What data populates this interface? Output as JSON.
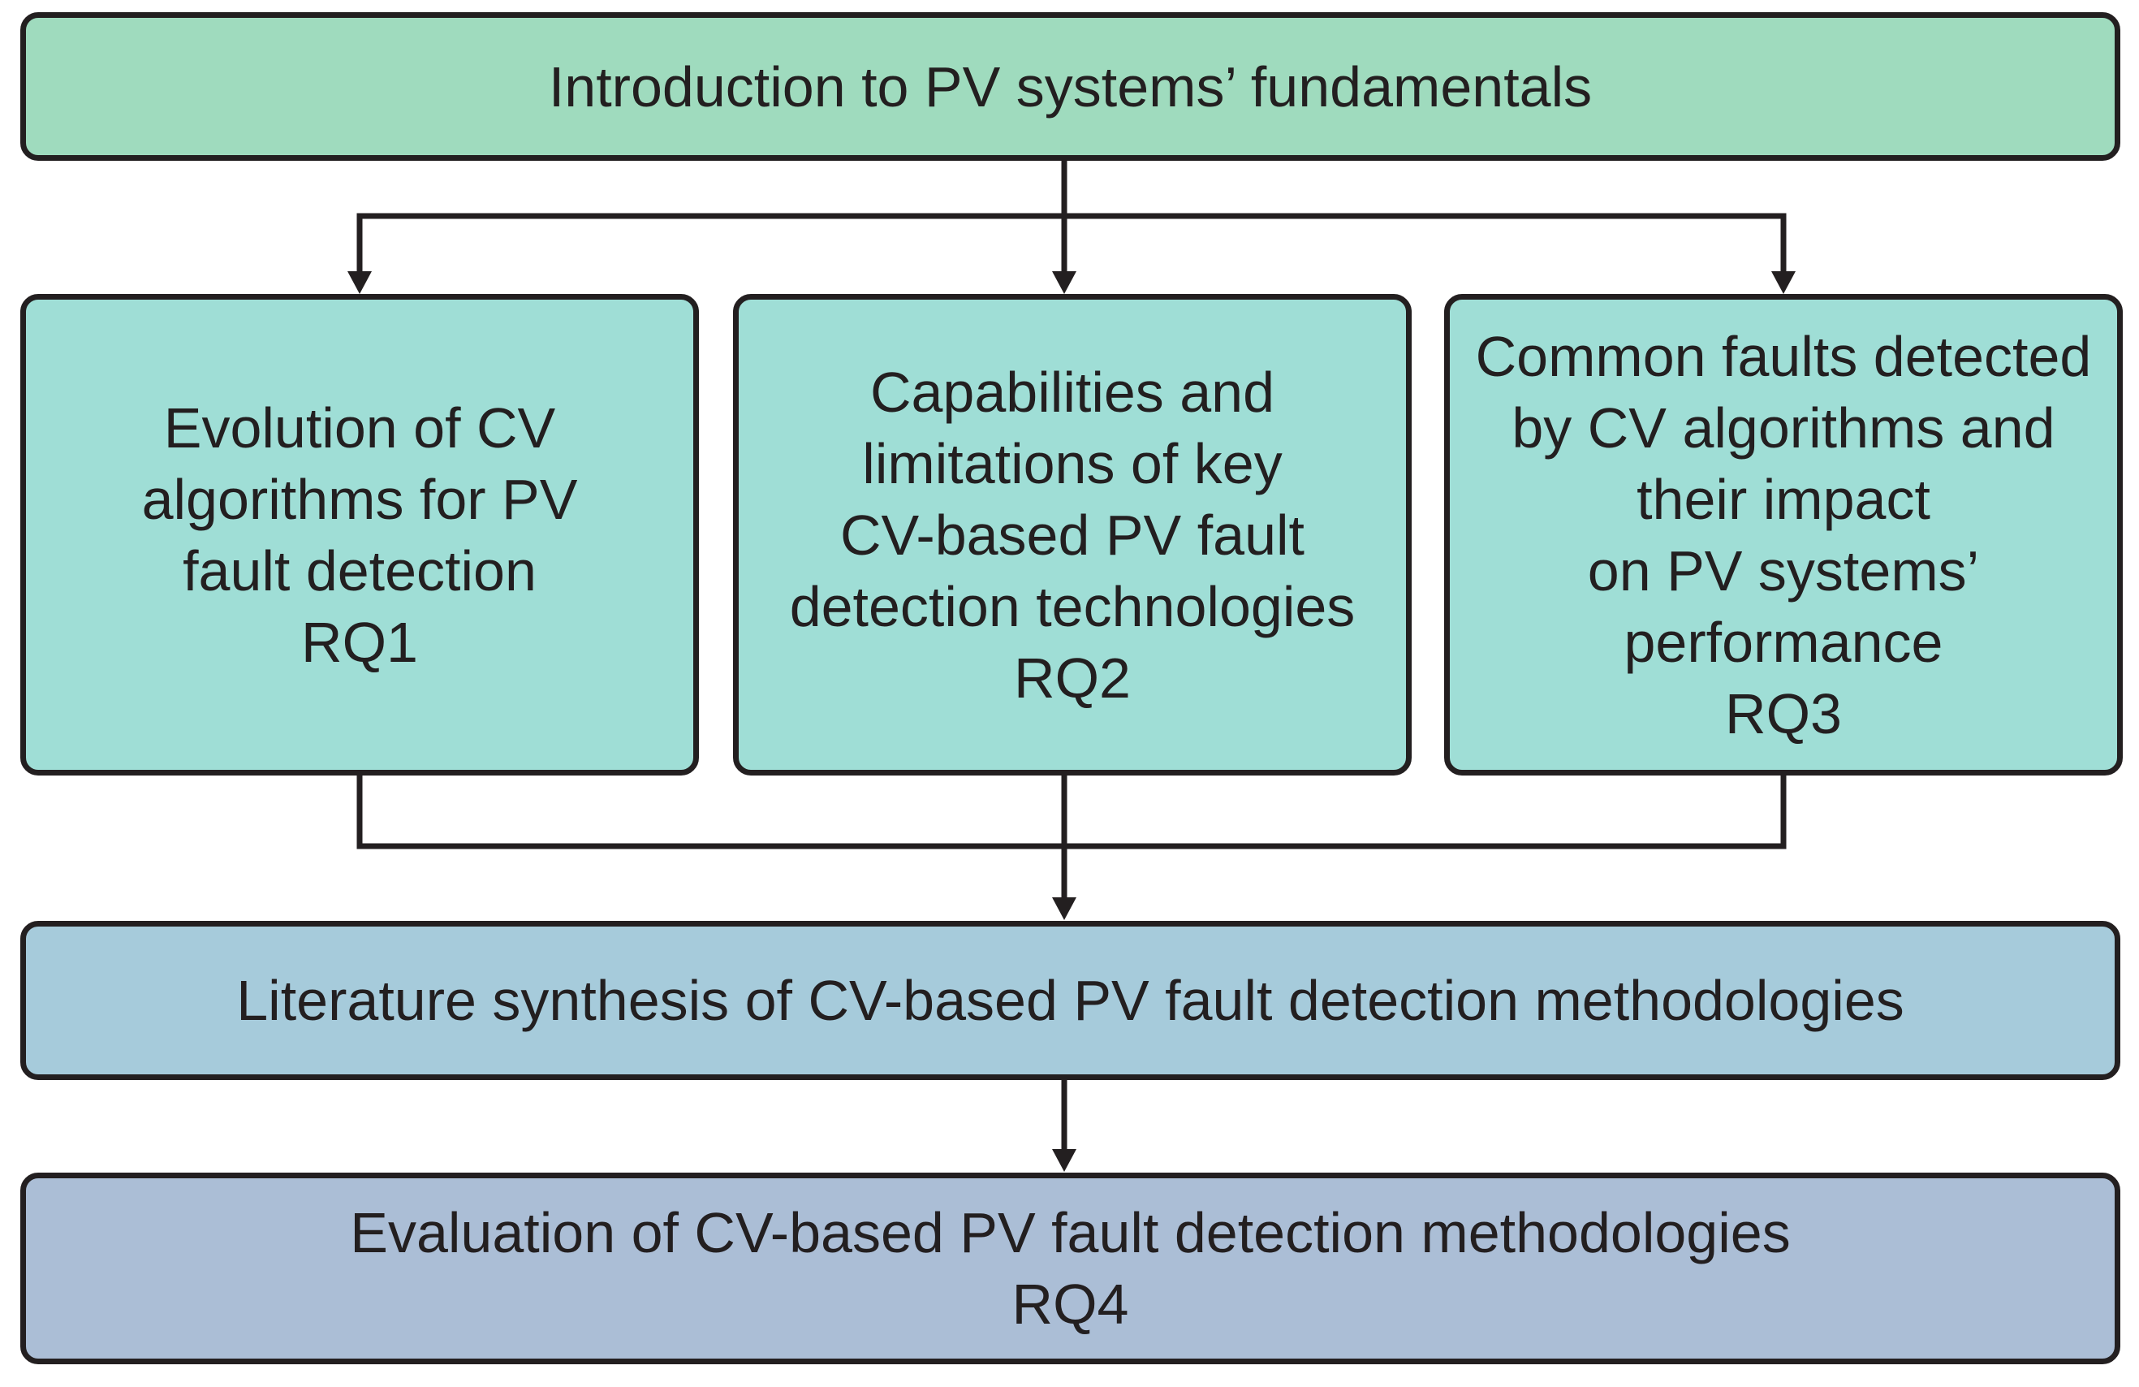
{
  "diagram": {
    "intro": {
      "lines": [
        "Introduction to PV systems’ fundamentals"
      ]
    },
    "rq1": {
      "lines": [
        "Evolution of CV",
        "algorithms for PV",
        "fault detection",
        "RQ1"
      ]
    },
    "rq2": {
      "lines": [
        "Capabilities and",
        "limitations of key",
        "CV-based PV fault",
        "detection technologies",
        "RQ2"
      ]
    },
    "rq3": {
      "lines": [
        "Common faults detected",
        "by CV algorithms and",
        "their impact",
        "on PV systems’",
        "performance",
        "RQ3"
      ]
    },
    "synthesis": {
      "lines": [
        "Literature synthesis of CV-based PV fault detection methodologies"
      ]
    },
    "evaluation": {
      "lines": [
        "Evaluation of CV-based PV fault detection methodologies",
        "RQ4"
      ]
    },
    "colors": {
      "intro_fill": "#9fdbbe",
      "rq_fill": "#9fded6",
      "synthesis_fill": "#a6cbdb",
      "evaluation_fill": "#abbed6",
      "stroke": "#231f20"
    }
  }
}
